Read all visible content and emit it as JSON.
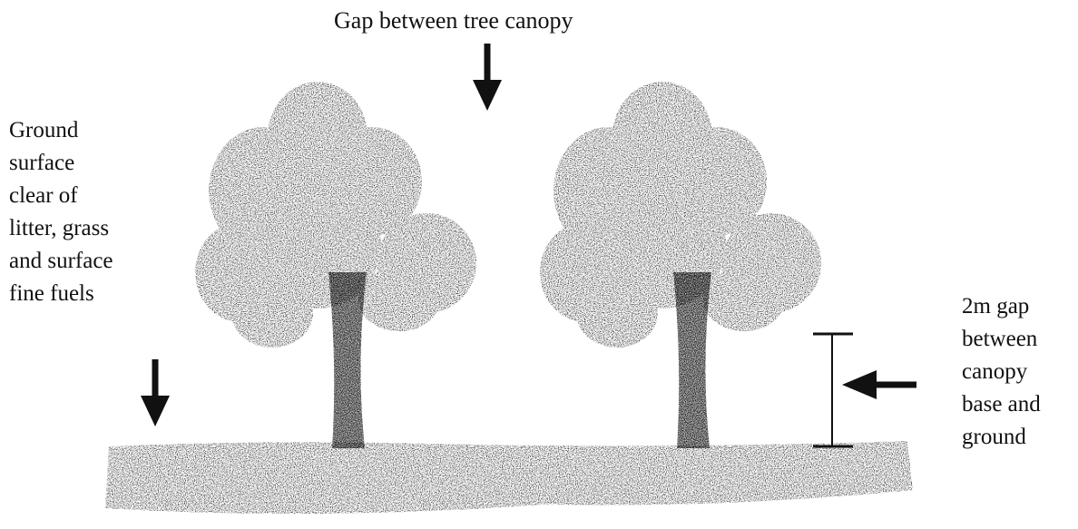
{
  "labels": {
    "canopy_gap": "Gap between tree canopy",
    "ground_surface": [
      "Ground",
      "surface",
      "clear of",
      "litter, grass",
      "and surface",
      "fine fuels"
    ],
    "canopy_base_gap": [
      "2m gap",
      "between",
      "canopy",
      "base and",
      "ground"
    ]
  },
  "colors": {
    "ink": "#111111",
    "background": "#ffffff"
  }
}
